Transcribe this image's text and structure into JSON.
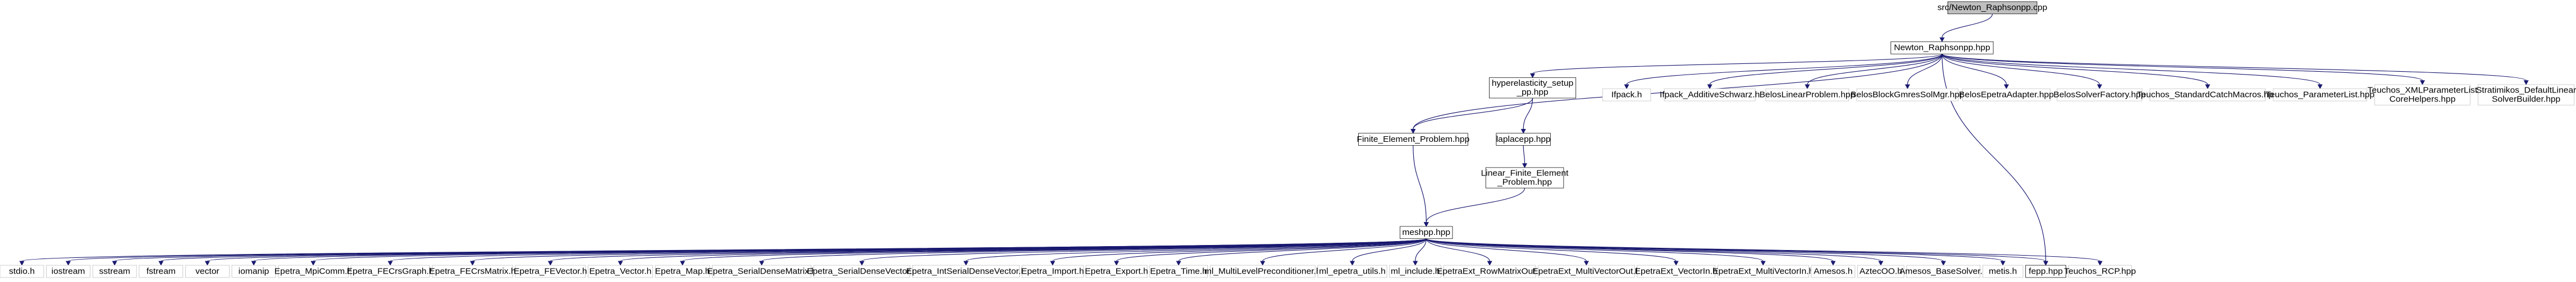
{
  "colors": {
    "edge": "#191970",
    "node_border": "#bfbfbf",
    "node_border_boxed": "#000000",
    "root_fill": "#bfbfbf",
    "text": "#000000"
  },
  "nodes": [
    {
      "id": "root",
      "lines": [
        "src/Newton_Raphsonpp.cpp"
      ],
      "style": "root"
    },
    {
      "id": "nrhpp",
      "lines": [
        "Newton_Raphsonpp.hpp"
      ],
      "style": "boxed"
    },
    {
      "id": "hyper",
      "lines": [
        "hyperelasticity_setup",
        "_pp.hpp"
      ],
      "style": "boxed"
    },
    {
      "id": "fetrilinos",
      "lines": [
        "Ifpack.h"
      ],
      "style": "plain"
    },
    {
      "id": "ifpackschwarz",
      "lines": [
        "Ifpack_AdditiveSchwarz.h"
      ],
      "style": "plain"
    },
    {
      "id": "belosLP",
      "lines": [
        "BelosLinearProblem.hpp"
      ],
      "style": "plain"
    },
    {
      "id": "belosGmres",
      "lines": [
        "BelosBlockGmresSolMgr.hpp"
      ],
      "style": "plain"
    },
    {
      "id": "belosEpetra",
      "lines": [
        "BelosEpetraAdapter.hpp"
      ],
      "style": "plain"
    },
    {
      "id": "belosFactory",
      "lines": [
        "BelosSolverFactory.hpp"
      ],
      "style": "plain"
    },
    {
      "id": "teuchosCatch",
      "lines": [
        "Teuchos_StandardCatchMacros.hpp"
      ],
      "style": "plain"
    },
    {
      "id": "teuchosPL",
      "lines": [
        "Teuchos_ParameterList.hpp"
      ],
      "style": "plain"
    },
    {
      "id": "teuchosXML",
      "lines": [
        "Teuchos_XMLParameterList",
        "CoreHelpers.hpp"
      ],
      "style": "plain"
    },
    {
      "id": "stratimikos",
      "lines": [
        "Stratimikos_DefaultLinear",
        "SolverBuilder.hpp"
      ],
      "style": "plain"
    },
    {
      "id": "fep",
      "lines": [
        "Finite_Element_Problem.hpp"
      ],
      "style": "boxed"
    },
    {
      "id": "laplace",
      "lines": [
        "laplacepp.hpp"
      ],
      "style": "boxed"
    },
    {
      "id": "linfep",
      "lines": [
        "Linear_Finite_Element",
        "_Problem.hpp"
      ],
      "style": "boxed"
    },
    {
      "id": "meshpp",
      "lines": [
        "meshpp.hpp"
      ],
      "style": "boxed"
    },
    {
      "id": "stdio",
      "lines": [
        "stdio.h"
      ],
      "style": "plain"
    },
    {
      "id": "iostream",
      "lines": [
        "iostream"
      ],
      "style": "plain"
    },
    {
      "id": "sstream",
      "lines": [
        "sstream"
      ],
      "style": "plain"
    },
    {
      "id": "fstream",
      "lines": [
        "fstream"
      ],
      "style": "plain"
    },
    {
      "id": "vector",
      "lines": [
        "vector"
      ],
      "style": "plain"
    },
    {
      "id": "iomanip",
      "lines": [
        "iomanip"
      ],
      "style": "plain"
    },
    {
      "id": "mpicomm",
      "lines": [
        "Epetra_MpiComm.h"
      ],
      "style": "plain"
    },
    {
      "id": "fecrsgraph",
      "lines": [
        "Epetra_FECrsGraph.h"
      ],
      "style": "plain"
    },
    {
      "id": "fecrsmatrix",
      "lines": [
        "Epetra_FECrsMatrix.h"
      ],
      "style": "plain"
    },
    {
      "id": "fevector",
      "lines": [
        "Epetra_FEVector.h"
      ],
      "style": "plain"
    },
    {
      "id": "evector",
      "lines": [
        "Epetra_Vector.h"
      ],
      "style": "plain"
    },
    {
      "id": "emap",
      "lines": [
        "Epetra_Map.h"
      ],
      "style": "plain"
    },
    {
      "id": "sdmatrix",
      "lines": [
        "Epetra_SerialDenseMatrix.h"
      ],
      "style": "plain"
    },
    {
      "id": "sdvector",
      "lines": [
        "Epetra_SerialDenseVector.h"
      ],
      "style": "plain"
    },
    {
      "id": "isdvector",
      "lines": [
        "Epetra_IntSerialDenseVector.h"
      ],
      "style": "plain"
    },
    {
      "id": "eimport",
      "lines": [
        "Epetra_Import.h"
      ],
      "style": "plain"
    },
    {
      "id": "eexport",
      "lines": [
        "Epetra_Export.h"
      ],
      "style": "plain"
    },
    {
      "id": "etime",
      "lines": [
        "Epetra_Time.h"
      ],
      "style": "plain"
    },
    {
      "id": "mlprec",
      "lines": [
        "ml_MultiLevelPreconditioner.h"
      ],
      "style": "plain"
    },
    {
      "id": "mlepetra",
      "lines": [
        "ml_epetra_utils.h"
      ],
      "style": "plain"
    },
    {
      "id": "mlinclude",
      "lines": [
        "ml_include.h"
      ],
      "style": "plain"
    },
    {
      "id": "rowmatrixout",
      "lines": [
        "EpetraExt_RowMatrixOut.h"
      ],
      "style": "plain"
    },
    {
      "id": "mvout",
      "lines": [
        "EpetraExt_MultiVectorOut.h"
      ],
      "style": "plain"
    },
    {
      "id": "vectorin",
      "lines": [
        "EpetraExt_VectorIn.h"
      ],
      "style": "plain"
    },
    {
      "id": "mvin",
      "lines": [
        "EpetraExt_MultiVectorIn.h"
      ],
      "style": "plain"
    },
    {
      "id": "amesos",
      "lines": [
        "Amesos.h"
      ],
      "style": "plain"
    },
    {
      "id": "aztecoo",
      "lines": [
        "AztecOO.h"
      ],
      "style": "plain"
    },
    {
      "id": "amesosbase",
      "lines": [
        "Amesos_BaseSolver.h"
      ],
      "style": "plain"
    },
    {
      "id": "metis",
      "lines": [
        "metis.h"
      ],
      "style": "plain"
    },
    {
      "id": "fepp",
      "lines": [
        "fepp.hpp"
      ],
      "style": "boxed"
    },
    {
      "id": "rcp",
      "lines": [
        "Teuchos_RCP.hpp"
      ],
      "style": "plain"
    }
  ]
}
